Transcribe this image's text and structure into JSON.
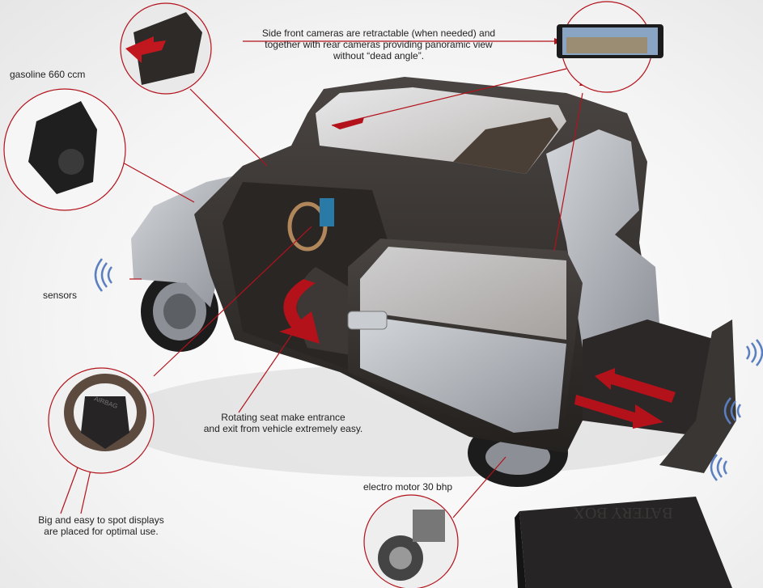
{
  "annotations": {
    "cameras": [
      "Side front cameras are retractable (when needed) and",
      "together with rear cameras providing panoramic view",
      "without “dead angle”."
    ],
    "engine": "gasoline 660 ccm",
    "sensors": "sensors",
    "seat": [
      "Rotating seat make entrance",
      "and exit from vehicle extremely easy."
    ],
    "motor": "electro motor 30 bhp",
    "displays": [
      "Big and easy to spot displays",
      "are placed for optimal use."
    ]
  },
  "embossed": {
    "battery_box": "BATERY BOX",
    "airbag": "AIRBAG"
  },
  "colors": {
    "accent_red": "#b3121b",
    "car_body": "#3a3634",
    "car_silver": "#a9acb2",
    "sensor_blue": "#5a7fc0"
  }
}
